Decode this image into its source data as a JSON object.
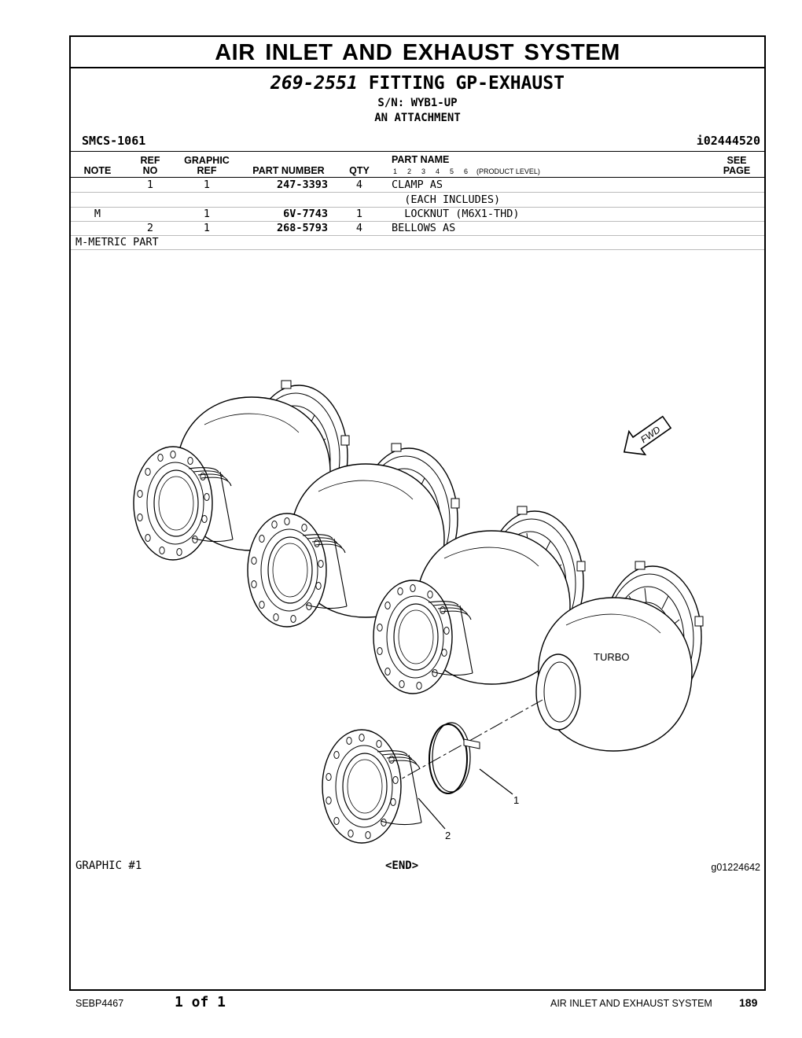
{
  "header": {
    "section_title": "AIR INLET AND EXHAUST SYSTEM",
    "group_number": "269-2551",
    "group_name": "FITTING GP-EXHAUST",
    "serial": "S/N: WYB1-UP",
    "attachment": "AN ATTACHMENT",
    "smcs": "SMCS-1061",
    "illustration_id": "i02444520"
  },
  "table": {
    "headers": {
      "note": "NOTE",
      "ref_top": "REF",
      "ref_bottom": "NO",
      "graphic_top": "GRAPHIC",
      "graphic_bottom": "REF",
      "part_number": "PART NUMBER",
      "qty": "QTY",
      "part_name": "PART NAME",
      "product_levels": [
        "1",
        "2",
        "3",
        "4",
        "5",
        "6"
      ],
      "product_level_label": "(PRODUCT LEVEL)",
      "see_top": "SEE",
      "see_bottom": "PAGE"
    },
    "rows": [
      {
        "note": "",
        "ref_no": "1",
        "graphic_ref": "1",
        "part_number": "247-3393",
        "qty": "4",
        "part_name": "CLAMP AS"
      },
      {
        "note": "",
        "ref_no": "",
        "graphic_ref": "",
        "part_number": "",
        "qty": "",
        "part_name": "  (EACH INCLUDES)"
      },
      {
        "note": "M",
        "ref_no": "",
        "graphic_ref": "1",
        "part_number": "6V-7743",
        "qty": "1",
        "part_name": "  LOCKNUT (M6X1-THD)"
      },
      {
        "note": "",
        "ref_no": "2",
        "graphic_ref": "1",
        "part_number": "268-5793",
        "qty": "4",
        "part_name": "BELLOWS AS"
      }
    ],
    "note_legend": "M-METRIC PART"
  },
  "graphic": {
    "label": "GRAPHIC #1",
    "end_marker": "<END>",
    "graphic_id": "g01224642",
    "callouts": [
      "1",
      "2"
    ],
    "turbo_label": "TURBO",
    "fwd_label": "FWD"
  },
  "footer": {
    "doc_id": "SEBP4467",
    "page_of": "1 of 1",
    "section": "AIR INLET AND EXHAUST SYSTEM",
    "page_number": "189"
  }
}
